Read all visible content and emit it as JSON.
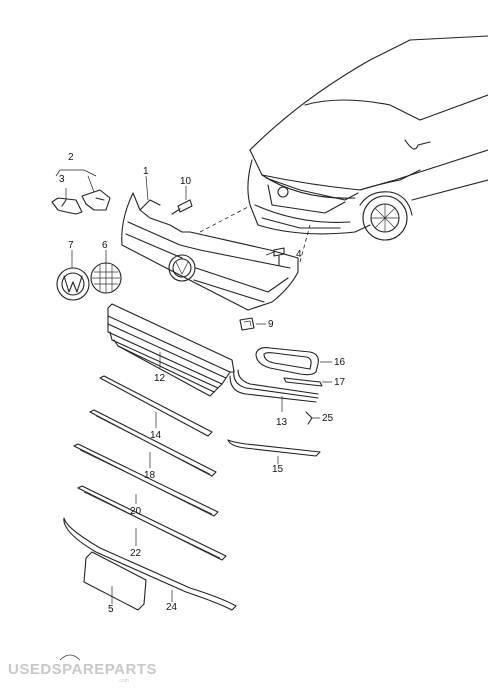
{
  "callouts": {
    "p1": "1",
    "p2": "2",
    "p3": "3",
    "p4": "4",
    "p5": "5",
    "p6": "6",
    "p7": "7",
    "p9": "9",
    "p10": "10",
    "p12": "12",
    "p13": "13",
    "p14": "14",
    "p15": "15",
    "p16": "16",
    "p17": "17",
    "p18": "18",
    "p20": "20",
    "p22": "22",
    "p24": "24",
    "p25": "25"
  },
  "watermark": {
    "logo": "USEDSPAREPARTS",
    "sub": ".com"
  },
  "colors": {
    "line": "#222222",
    "watermark": "#c8c8c8",
    "background": "#ffffff"
  }
}
